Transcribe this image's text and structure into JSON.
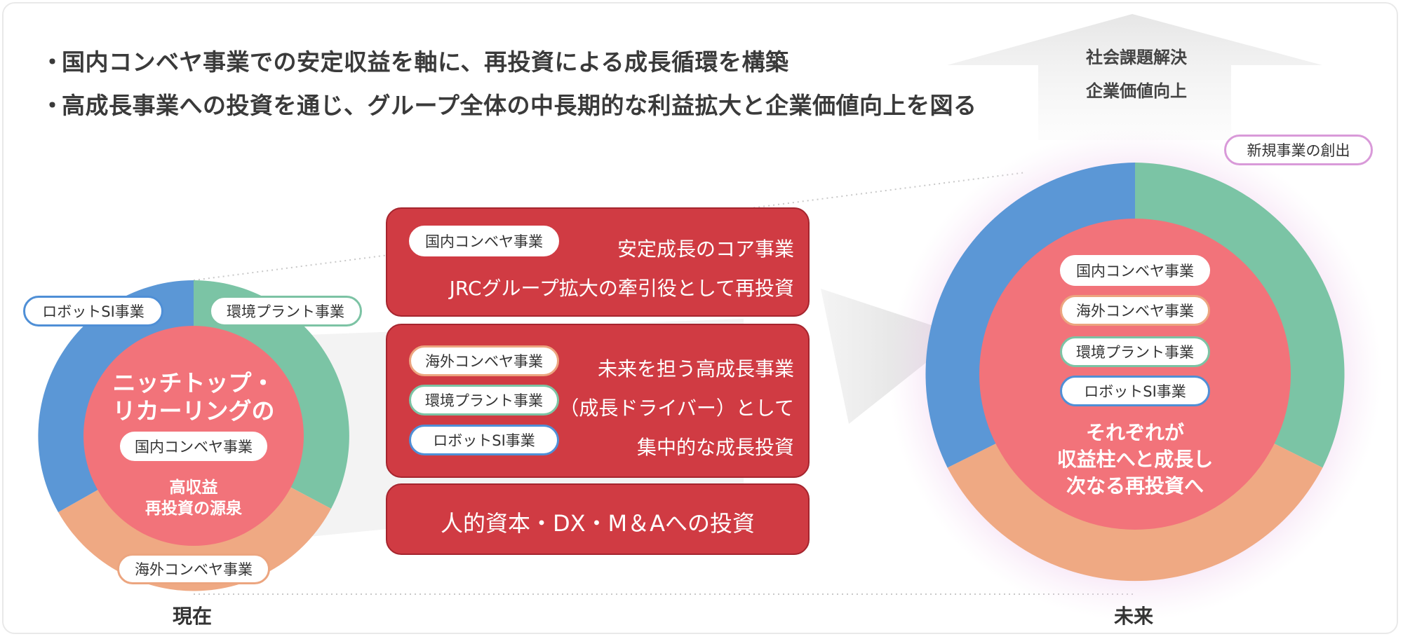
{
  "bullets": [
    "国内コンベヤ事業での安定収益を軸に、再投資による成長循環を構築",
    "高成長事業への投資を通じ、グループ全体の中長期的な利益拡大と企業価値向上を図る"
  ],
  "bullet_marker": "・",
  "goal": {
    "line1": "社会課題解決",
    "line2": "企業価値向上"
  },
  "current": {
    "label": "現在",
    "segments": {
      "robot": "ロボットSI事業",
      "environment": "環境プラント事業",
      "overseas": "海外コンベヤ事業"
    },
    "core": {
      "line1": "ニッチトップ・",
      "line2": "リカーリングの",
      "pill": "国内コンベヤ事業",
      "line3": "高収益",
      "line4": "再投資の源泉"
    }
  },
  "panels": {
    "top": {
      "pill": "国内コンベヤ事業",
      "line1": "安定成長のコア事業",
      "line2": "JRCグループ拡大の牽引役として再投資"
    },
    "middle": {
      "pills": [
        "海外コンベヤ事業",
        "環境プラント事業",
        "ロボットSI事業"
      ],
      "line1": "未来を担う高成長事業",
      "line2": "（成長ドライバー）として",
      "line3": "集中的な成長投資"
    },
    "bottom": {
      "text": "人的資本・DX・M＆Aへの投資"
    }
  },
  "future": {
    "label": "未来",
    "new_business": "新規事業の創出",
    "pills": [
      "国内コンベヤ事業",
      "海外コンベヤ事業",
      "環境プラント事業",
      "ロボットSI事業"
    ],
    "line1": "それぞれが",
    "line2": "収益柱へと成長し",
    "line3": "次なる再投資へ"
  },
  "colors": {
    "blue": "#5b97d6",
    "green": "#7bc4a5",
    "orange": "#efa983",
    "core": "#f2737a",
    "panel": "#d03b43",
    "glow": "#e7b5e6",
    "arrow": "#e3e3e3"
  }
}
